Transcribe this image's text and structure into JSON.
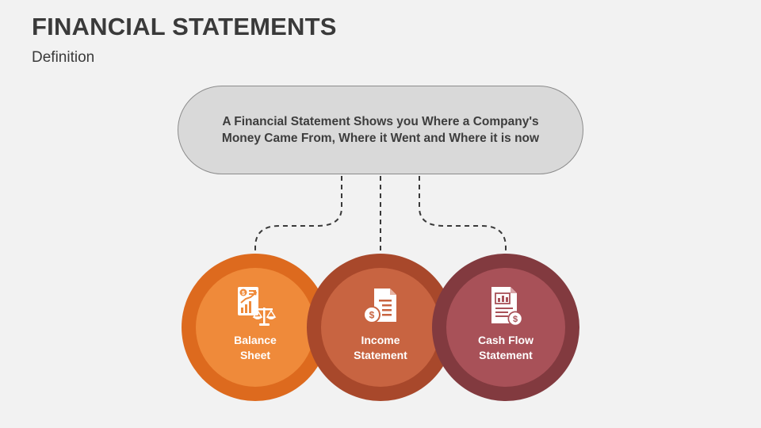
{
  "header": {
    "title": "FINANCIAL STATEMENTS",
    "subtitle": "Definition"
  },
  "definition": {
    "line1": "A Financial Statement Shows you Where a Company's",
    "line2": "Money Came From, Where it Went and Where it is now"
  },
  "nodes": [
    {
      "line1": "Balance",
      "line2": "Sheet",
      "icon": "balance-sheet-icon",
      "outer_color": "#dd6a1e",
      "inner_color": "#ef8a3a"
    },
    {
      "line1": "Income",
      "line2": "Statement",
      "icon": "income-statement-icon",
      "outer_color": "#a8482b",
      "inner_color": "#c86441"
    },
    {
      "line1": "Cash Flow",
      "line2": "Statement",
      "icon": "cash-flow-statement-icon",
      "outer_color": "#823a3f",
      "inner_color": "#a85158"
    }
  ]
}
